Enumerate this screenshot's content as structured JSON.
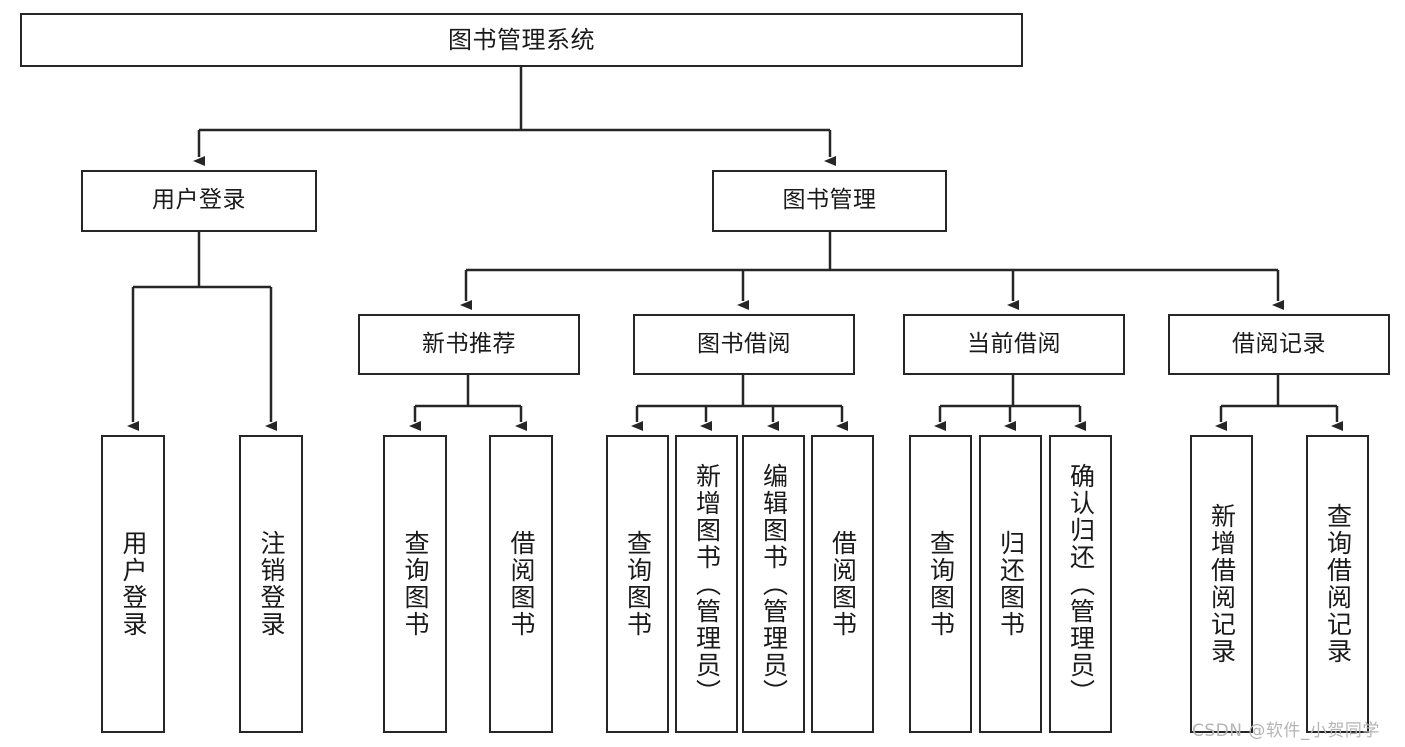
{
  "diagram": {
    "type": "tree-hierarchy",
    "background_color": "#ffffff",
    "line_color": "#262626",
    "text_color": "#1a1a1a",
    "root": {
      "label": "图书管理系统"
    },
    "level2": [
      {
        "label": "用户登录"
      },
      {
        "label": "图书管理"
      }
    ],
    "level3": [
      {
        "label": "新书推荐"
      },
      {
        "label": "图书借阅"
      },
      {
        "label": "当前借阅"
      },
      {
        "label": "借阅记录"
      }
    ],
    "leaves": {
      "user_login": [
        {
          "label": "用户登录"
        },
        {
          "label": "注销登录"
        }
      ],
      "new_book_recommend": [
        {
          "label": "查询图书"
        },
        {
          "label": "借阅图书"
        }
      ],
      "book_borrow": [
        {
          "label": "查询图书"
        },
        {
          "label": "新增图书（管理员）"
        },
        {
          "label": "编辑图书（管理员）"
        },
        {
          "label": "借阅图书"
        }
      ],
      "current_borrow": [
        {
          "label": "查询图书"
        },
        {
          "label": "归还图书"
        },
        {
          "label": "确认归还（管理员）"
        }
      ],
      "borrow_record": [
        {
          "label": "新增借阅记录"
        },
        {
          "label": "查询借阅记录"
        }
      ]
    }
  },
  "watermark": {
    "text": "CSDN @软件_小贺同学",
    "color": "#b5b5b5"
  }
}
